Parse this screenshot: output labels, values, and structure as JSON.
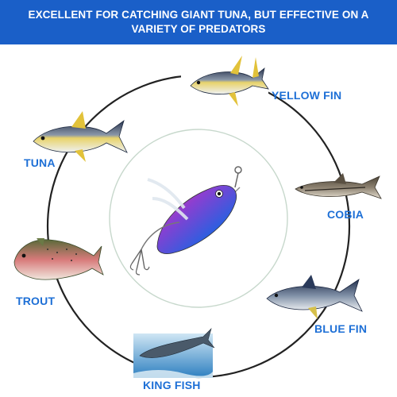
{
  "banner": {
    "text": "EXCELLENT FOR CATCHING GIANT TUNA, BUT EFFECTIVE ON A VARIETY OF PREDATORS",
    "background": "#1a5fc8",
    "text_color": "#ffffff"
  },
  "label_color": "#1d6fd6",
  "fish": [
    {
      "label": "YELLOW FIN",
      "icon": "yellowfin-tuna-icon"
    },
    {
      "label": "TUNA",
      "icon": "tuna-icon"
    },
    {
      "label": "COBIA",
      "icon": "cobia-icon"
    },
    {
      "label": "TROUT",
      "icon": "trout-icon"
    },
    {
      "label": "BLUE FIN",
      "icon": "bluefin-tuna-icon"
    },
    {
      "label": "KING FISH",
      "icon": "kingfish-icon"
    }
  ],
  "center": {
    "icon": "fishing-lure-icon"
  }
}
